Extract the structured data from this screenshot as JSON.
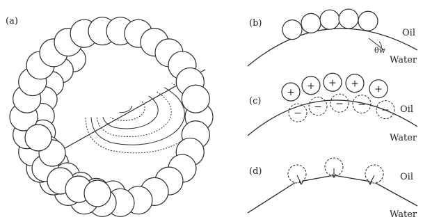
{
  "panels": {
    "a": {
      "label": "(a)"
    },
    "b": {
      "label": "(b)",
      "oil": "Oil",
      "water": "Water",
      "angle": "θw"
    },
    "c": {
      "label": "(c)",
      "oil": "Oil",
      "water": "Water",
      "plus": "+",
      "minus": "−"
    },
    "d": {
      "label": "(d)",
      "oil": "Oil",
      "water": "Water"
    }
  },
  "colors": {
    "ink": "#2a2a2a",
    "background": "#ffffff"
  }
}
